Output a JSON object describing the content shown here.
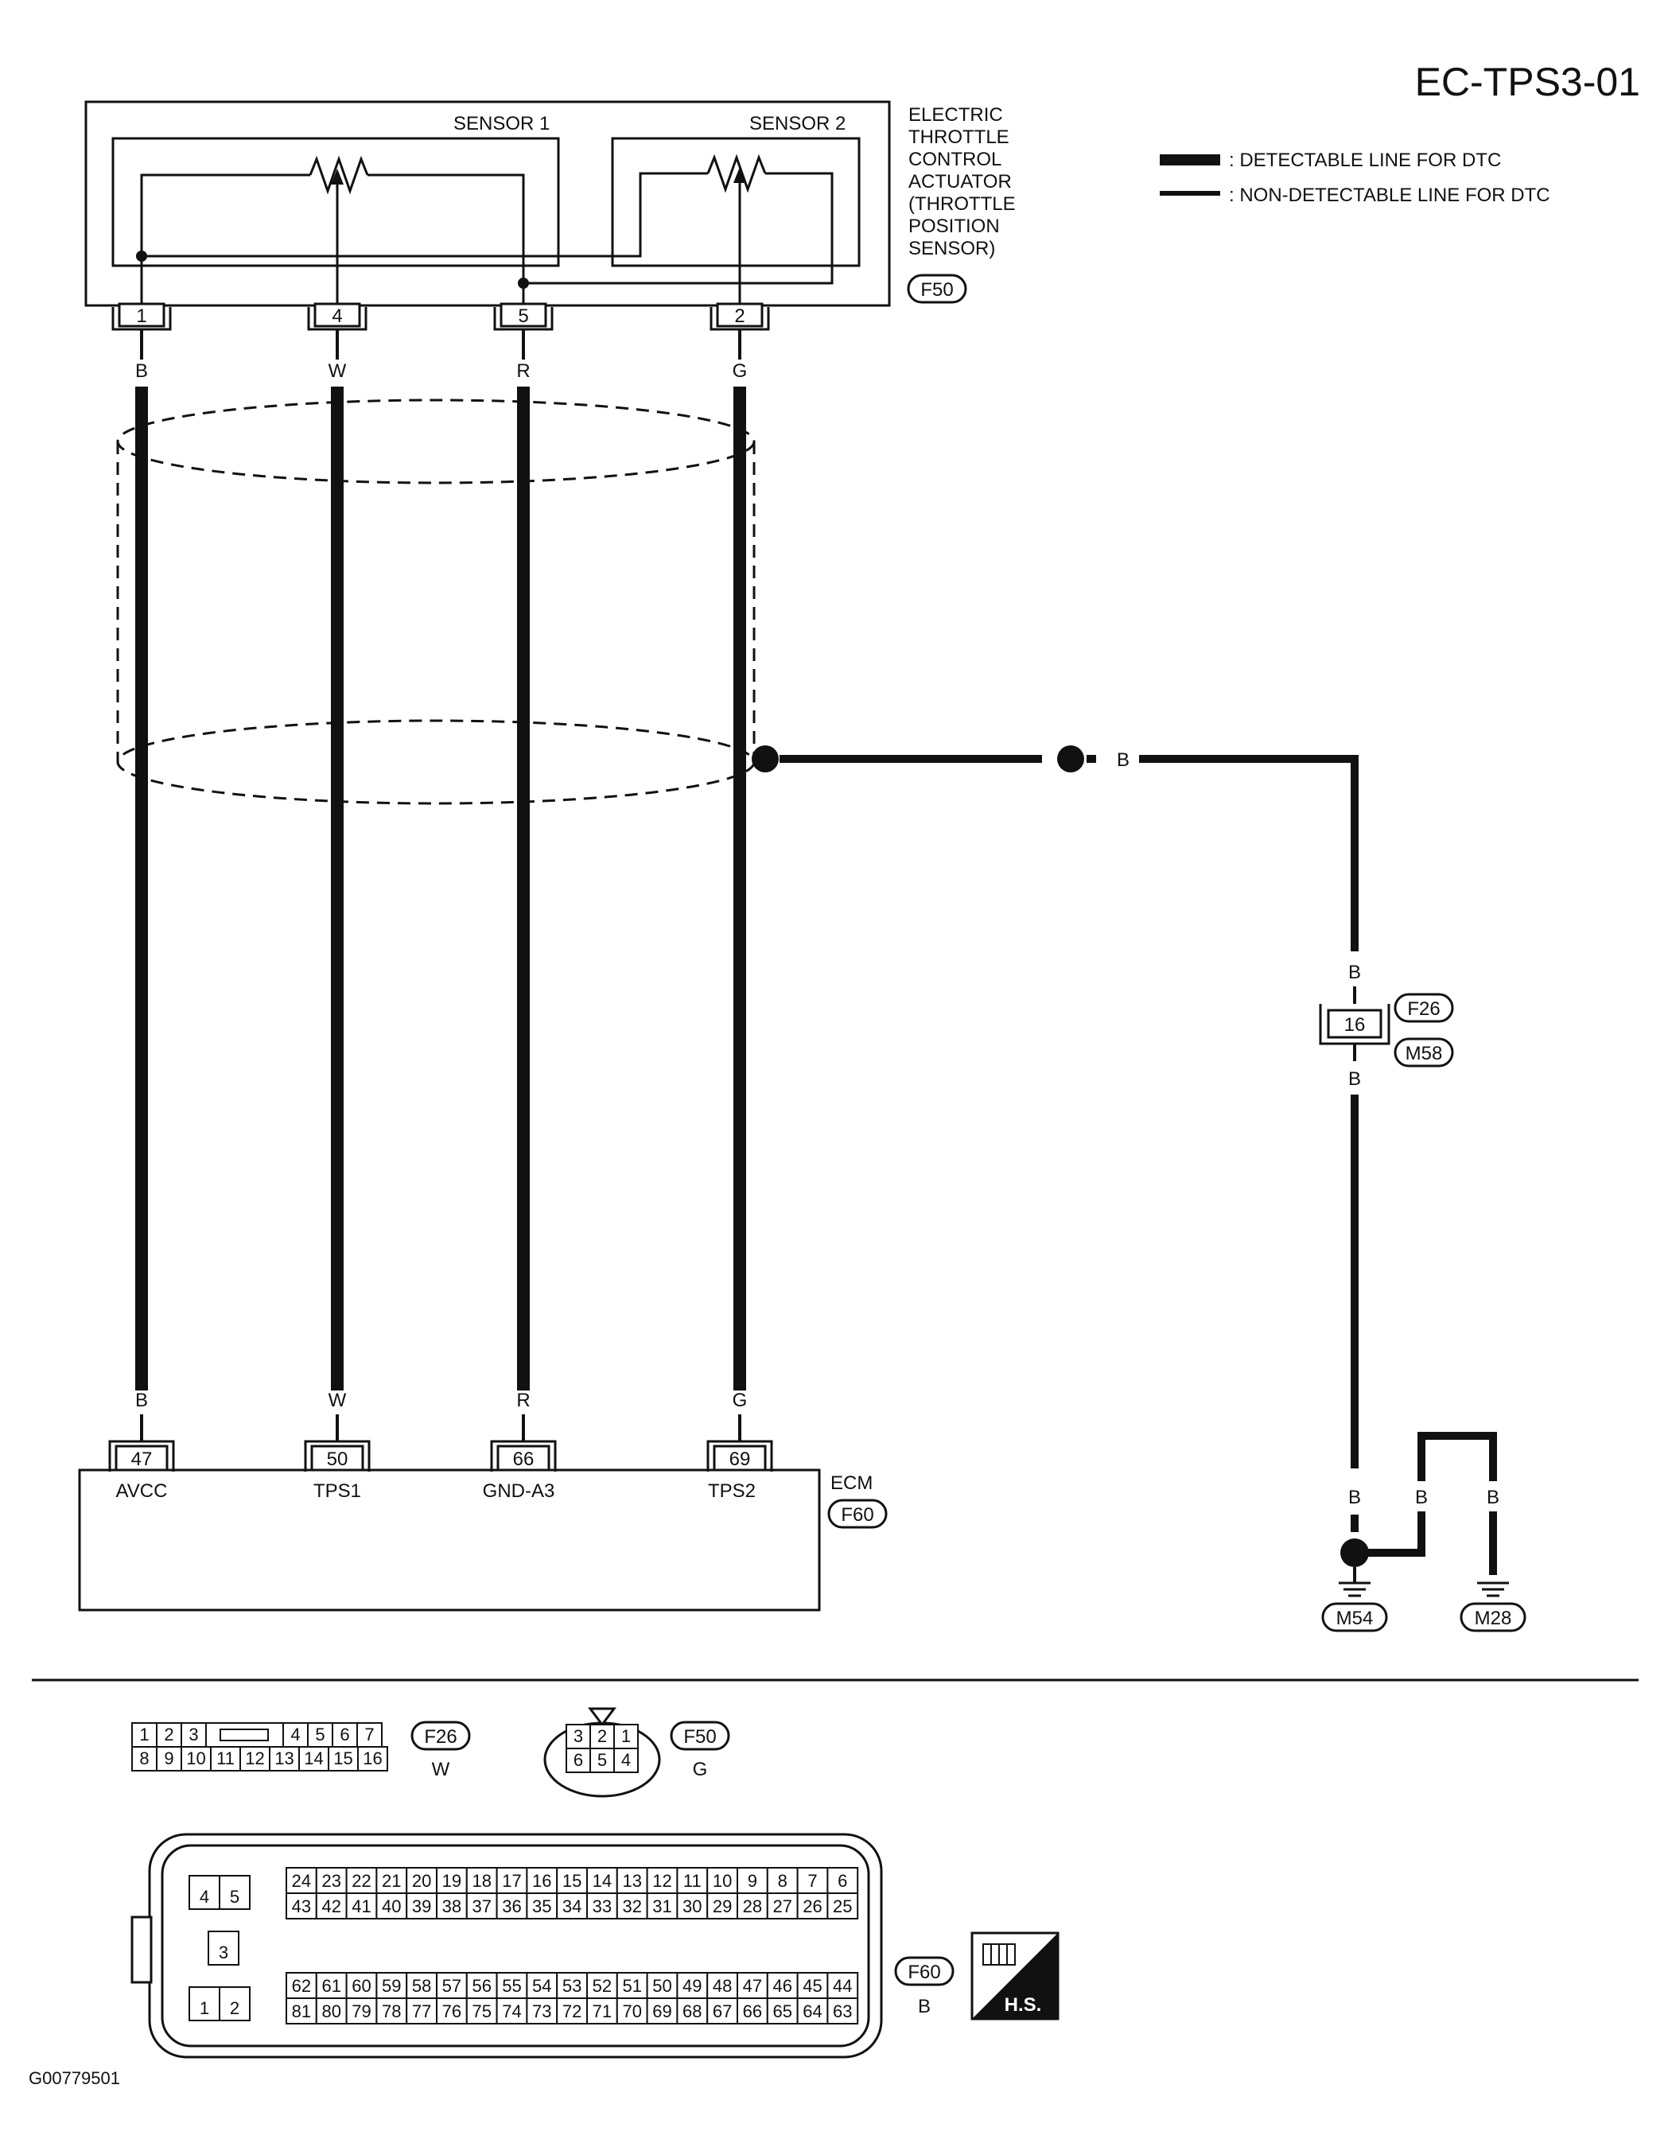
{
  "title": "EC-TPS3-01",
  "figure_code": "G00779501",
  "legend": {
    "detectable": ": DETECTABLE LINE FOR DTC",
    "non_detectable": ": NON-DETECTABLE LINE FOR DTC"
  },
  "actuator": {
    "sensor1": "SENSOR 1",
    "sensor2": "SENSOR 2",
    "label_lines": [
      "ELECTRIC",
      "THROTTLE",
      "CONTROL",
      "ACTUATOR",
      "(THROTTLE",
      "POSITION",
      "SENSOR)"
    ],
    "connector": "F50",
    "pins": [
      "1",
      "4",
      "5",
      "2"
    ]
  },
  "wire_colors": [
    "B",
    "W",
    "R",
    "G"
  ],
  "ecm": {
    "label": "ECM",
    "connector": "F60",
    "pins": [
      "47",
      "50",
      "66",
      "69"
    ],
    "terminals": [
      "AVCC",
      "TPS1",
      "GND-A3",
      "TPS2"
    ]
  },
  "ground_path": {
    "shield_wire": "B",
    "joint_connectors": [
      "F26",
      "M58"
    ],
    "joint_pin": "16",
    "wire_above": "B",
    "wire_below": "B",
    "ground_wires": [
      "B",
      "B",
      "B"
    ],
    "grounds": [
      "M54",
      "M28"
    ]
  },
  "connector_views": {
    "f26": {
      "id": "F26",
      "color": "W",
      "row1": [
        "1",
        "2",
        "3",
        "4",
        "5",
        "6",
        "7"
      ],
      "row2": [
        "8",
        "9",
        "10",
        "11",
        "12",
        "13",
        "14",
        "15",
        "16"
      ]
    },
    "f50": {
      "id": "F50",
      "color": "G",
      "row1": [
        "3",
        "2",
        "1"
      ],
      "row2": [
        "6",
        "5",
        "4"
      ]
    },
    "f60": {
      "id": "F60",
      "color": "B",
      "small_pins": [
        "4",
        "5",
        "3",
        "1",
        "2"
      ],
      "row1": [
        "24",
        "23",
        "22",
        "21",
        "20",
        "19",
        "18",
        "17",
        "16",
        "15",
        "14",
        "13",
        "12",
        "11",
        "10",
        "9",
        "8",
        "7",
        "6"
      ],
      "row2": [
        "43",
        "42",
        "41",
        "40",
        "39",
        "38",
        "37",
        "36",
        "35",
        "34",
        "33",
        "32",
        "31",
        "30",
        "29",
        "28",
        "27",
        "26",
        "25"
      ],
      "row3": [
        "62",
        "61",
        "60",
        "59",
        "58",
        "57",
        "56",
        "55",
        "54",
        "53",
        "52",
        "51",
        "50",
        "49",
        "48",
        "47",
        "46",
        "45",
        "44"
      ],
      "row4": [
        "81",
        "80",
        "79",
        "78",
        "77",
        "76",
        "75",
        "74",
        "73",
        "72",
        "71",
        "70",
        "69",
        "68",
        "67",
        "66",
        "65",
        "64",
        "63"
      ],
      "hs_badge": "H.S."
    }
  }
}
